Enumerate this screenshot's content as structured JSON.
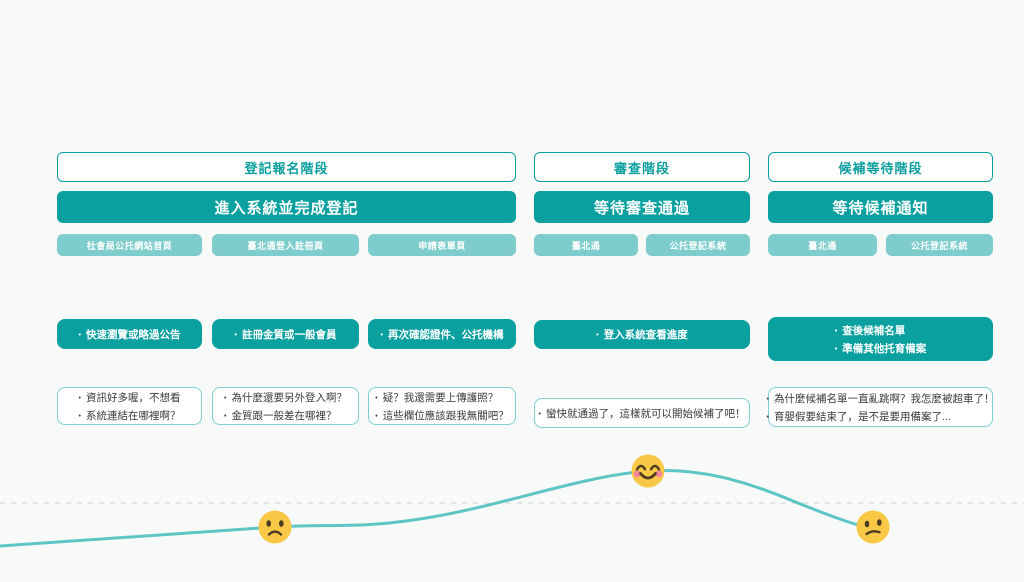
{
  "glyphs": {
    "bullet": "•"
  },
  "colors": {
    "teal": "#0aa0a0",
    "teal_light": "#7ecccc",
    "thought_border": "#7fd0d0",
    "curve": "#5ec5c5",
    "baseline": "#dedede",
    "emoji_yellow": "#f9c847",
    "emoji_blush": "#f2849b"
  },
  "phases": [
    {
      "title": "登記報名階段",
      "main_step": "進入系統並完成登記",
      "touchpoints": [
        "社會局公托網站首頁",
        "臺北通登入註冊頁",
        "申請表單頁"
      ],
      "action_groups": [
        [
          "快速瀏覽或略過公告"
        ],
        [
          "註冊金質或一般會員"
        ],
        [
          "再次確認證件、公托機構"
        ]
      ],
      "thought_groups": [
        [
          "資訊好多喔，不想看",
          "系統連結在哪裡啊？"
        ],
        [
          "為什麼還要另外登入啊？",
          "金質跟一般差在哪裡？"
        ],
        [
          "疑？我還需要上傳護照？",
          "這些欄位應該跟我無關吧？"
        ]
      ]
    },
    {
      "title": "審查階段",
      "main_step": "等待審查通過",
      "touchpoints": [
        "臺北通",
        "公托登記系統"
      ],
      "action_groups": [
        [
          "登入系統查看進度"
        ]
      ],
      "thought_groups": [
        [
          "蠻快就通過了，這樣就可以開始候補了吧！"
        ]
      ]
    },
    {
      "title": "候補等待階段",
      "main_step": "等待候補通知",
      "touchpoints": [
        "臺北通",
        "公托登記系統"
      ],
      "action_groups": [
        [
          "查後候補名單",
          "準備其他托育備案"
        ]
      ],
      "thought_groups": [
        [
          "為什麼候補名單一直亂跳啊？我怎麼被超車了！",
          "育嬰假要結束了，是不是要用備案了..."
        ]
      ]
    }
  ],
  "emotion_curve": {
    "baseline_style": "dashed",
    "points": [
      {
        "mood": "frowning-face",
        "phase": "登記報名階段"
      },
      {
        "mood": "smiling-face-blush",
        "phase": "審查階段"
      },
      {
        "mood": "confused-face",
        "phase": "候補等待階段"
      }
    ]
  }
}
